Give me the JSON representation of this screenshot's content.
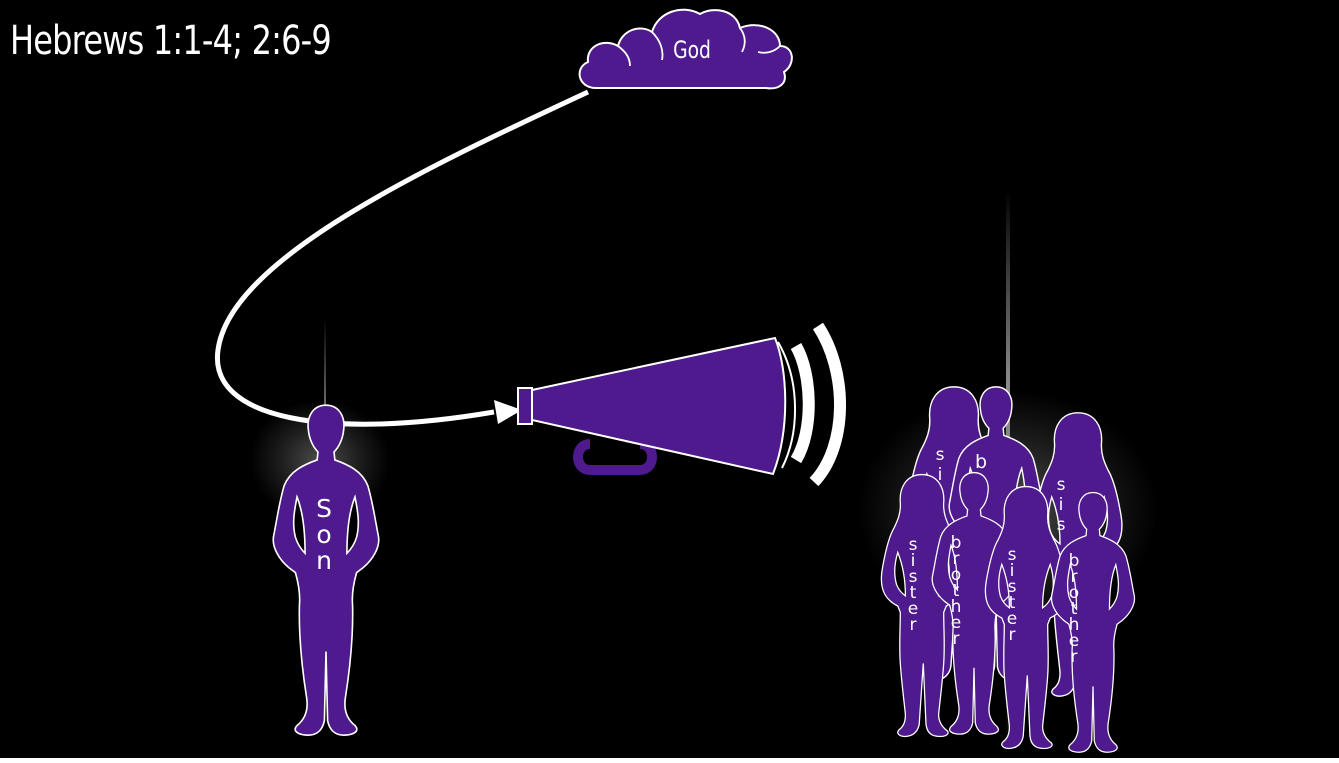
{
  "slide": {
    "title": "Hebrews 1:1-4; 2:6-9",
    "background": "#000000",
    "figure_color": "#4e1a8e",
    "outline_color": "#ffffff"
  },
  "cloud": {
    "label": "God"
  },
  "son": {
    "label": "Son",
    "letters": [
      "S",
      "o",
      "n"
    ]
  },
  "megaphone": {
    "icon": "megaphone-icon"
  },
  "arrow": {
    "icon": "curved-arrow-icon"
  },
  "group": {
    "figures": [
      {
        "kind": "sister",
        "letters": [
          "s",
          "i",
          "s"
        ]
      },
      {
        "kind": "brother",
        "letters": [
          "b"
        ]
      },
      {
        "kind": "sister",
        "letters": [
          "s",
          "i",
          "s"
        ]
      },
      {
        "kind": "sister",
        "letters": [
          "s",
          "i",
          "s",
          "t",
          "e",
          "r"
        ]
      },
      {
        "kind": "brother",
        "letters": [
          "b",
          "r",
          "o",
          "t",
          "h",
          "e",
          "r"
        ]
      },
      {
        "kind": "sister",
        "letters": [
          "s",
          "i",
          "s",
          "t",
          "e",
          "r"
        ]
      },
      {
        "kind": "brother",
        "letters": [
          "b",
          "r",
          "o",
          "t",
          "h",
          "e",
          "r"
        ]
      }
    ]
  }
}
